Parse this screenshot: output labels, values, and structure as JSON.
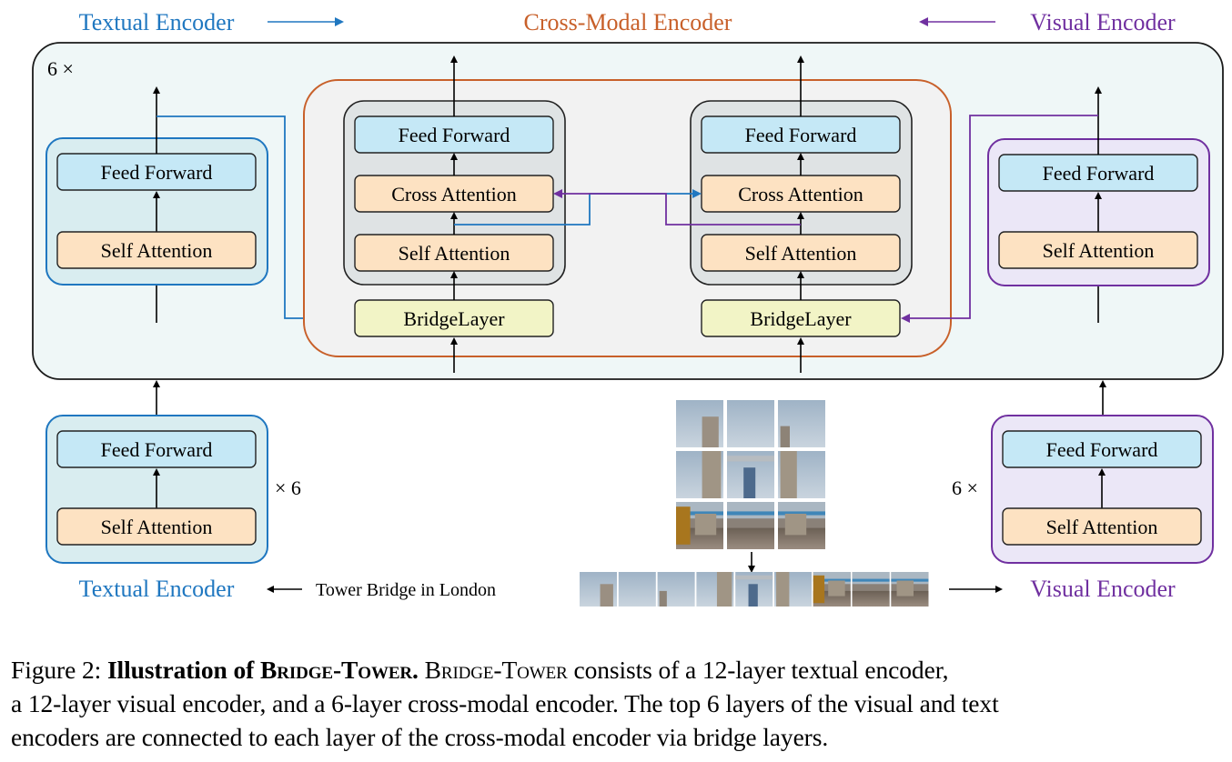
{
  "colors": {
    "textual": "#1f77c0",
    "visual": "#7030a0",
    "cross_modal": "#c8602a",
    "feed_forward_fill": "#c5e8f6",
    "attention_fill": "#fde2c2",
    "bridge_fill": "#f2f4c6",
    "outer_fill": "#eff7f7",
    "cross_fill": "#f2f2f2",
    "layer_fill": "#dfe3e4",
    "textual_block_fill": "#d9edf0",
    "visual_block_fill": "#ebe7f7"
  },
  "top_labels": {
    "textual": "Textual Encoder",
    "cross_modal": "Cross-Modal Encoder",
    "visual": "Visual Encoder"
  },
  "outer_repeat": "6 ×",
  "top_textual_block": {
    "feed_forward": "Feed Forward",
    "self_attention": "Self Attention"
  },
  "cross_layers": [
    {
      "feed_forward": "Feed Forward",
      "cross_attention": "Cross Attention",
      "self_attention": "Self Attention",
      "bridge": "BridgeLayer"
    },
    {
      "feed_forward": "Feed Forward",
      "cross_attention": "Cross Attention",
      "self_attention": "Self Attention",
      "bridge": "BridgeLayer"
    }
  ],
  "top_visual_block": {
    "feed_forward": "Feed Forward",
    "self_attention": "Self Attention"
  },
  "bottom_textual_block": {
    "feed_forward": "Feed Forward",
    "self_attention": "Self Attention",
    "repeat": "× 6",
    "label": "Textual Encoder"
  },
  "bottom_visual_block": {
    "feed_forward": "Feed Forward",
    "self_attention": "Self Attention",
    "repeat": "6 ×",
    "label": "Visual Encoder"
  },
  "input_text": "Tower Bridge in London",
  "image_patches": {
    "grid_rows": 3,
    "grid_cols": 3,
    "sequence_length": 9,
    "subject": "Tower Bridge photo"
  },
  "caption": {
    "prefix": "Figure 2: ",
    "bold_title_a": "Illustration of ",
    "bold_title_b": "Bridge-Tower.",
    "name": "Bridge-Tower",
    "line1_rest": " consists of a 12-layer textual encoder,",
    "line2": "a 12-layer visual encoder, and a 6-layer cross-modal encoder. The top 6 layers of the visual and text",
    "line3": "encoders are connected to each layer of the cross-modal encoder via bridge layers."
  }
}
